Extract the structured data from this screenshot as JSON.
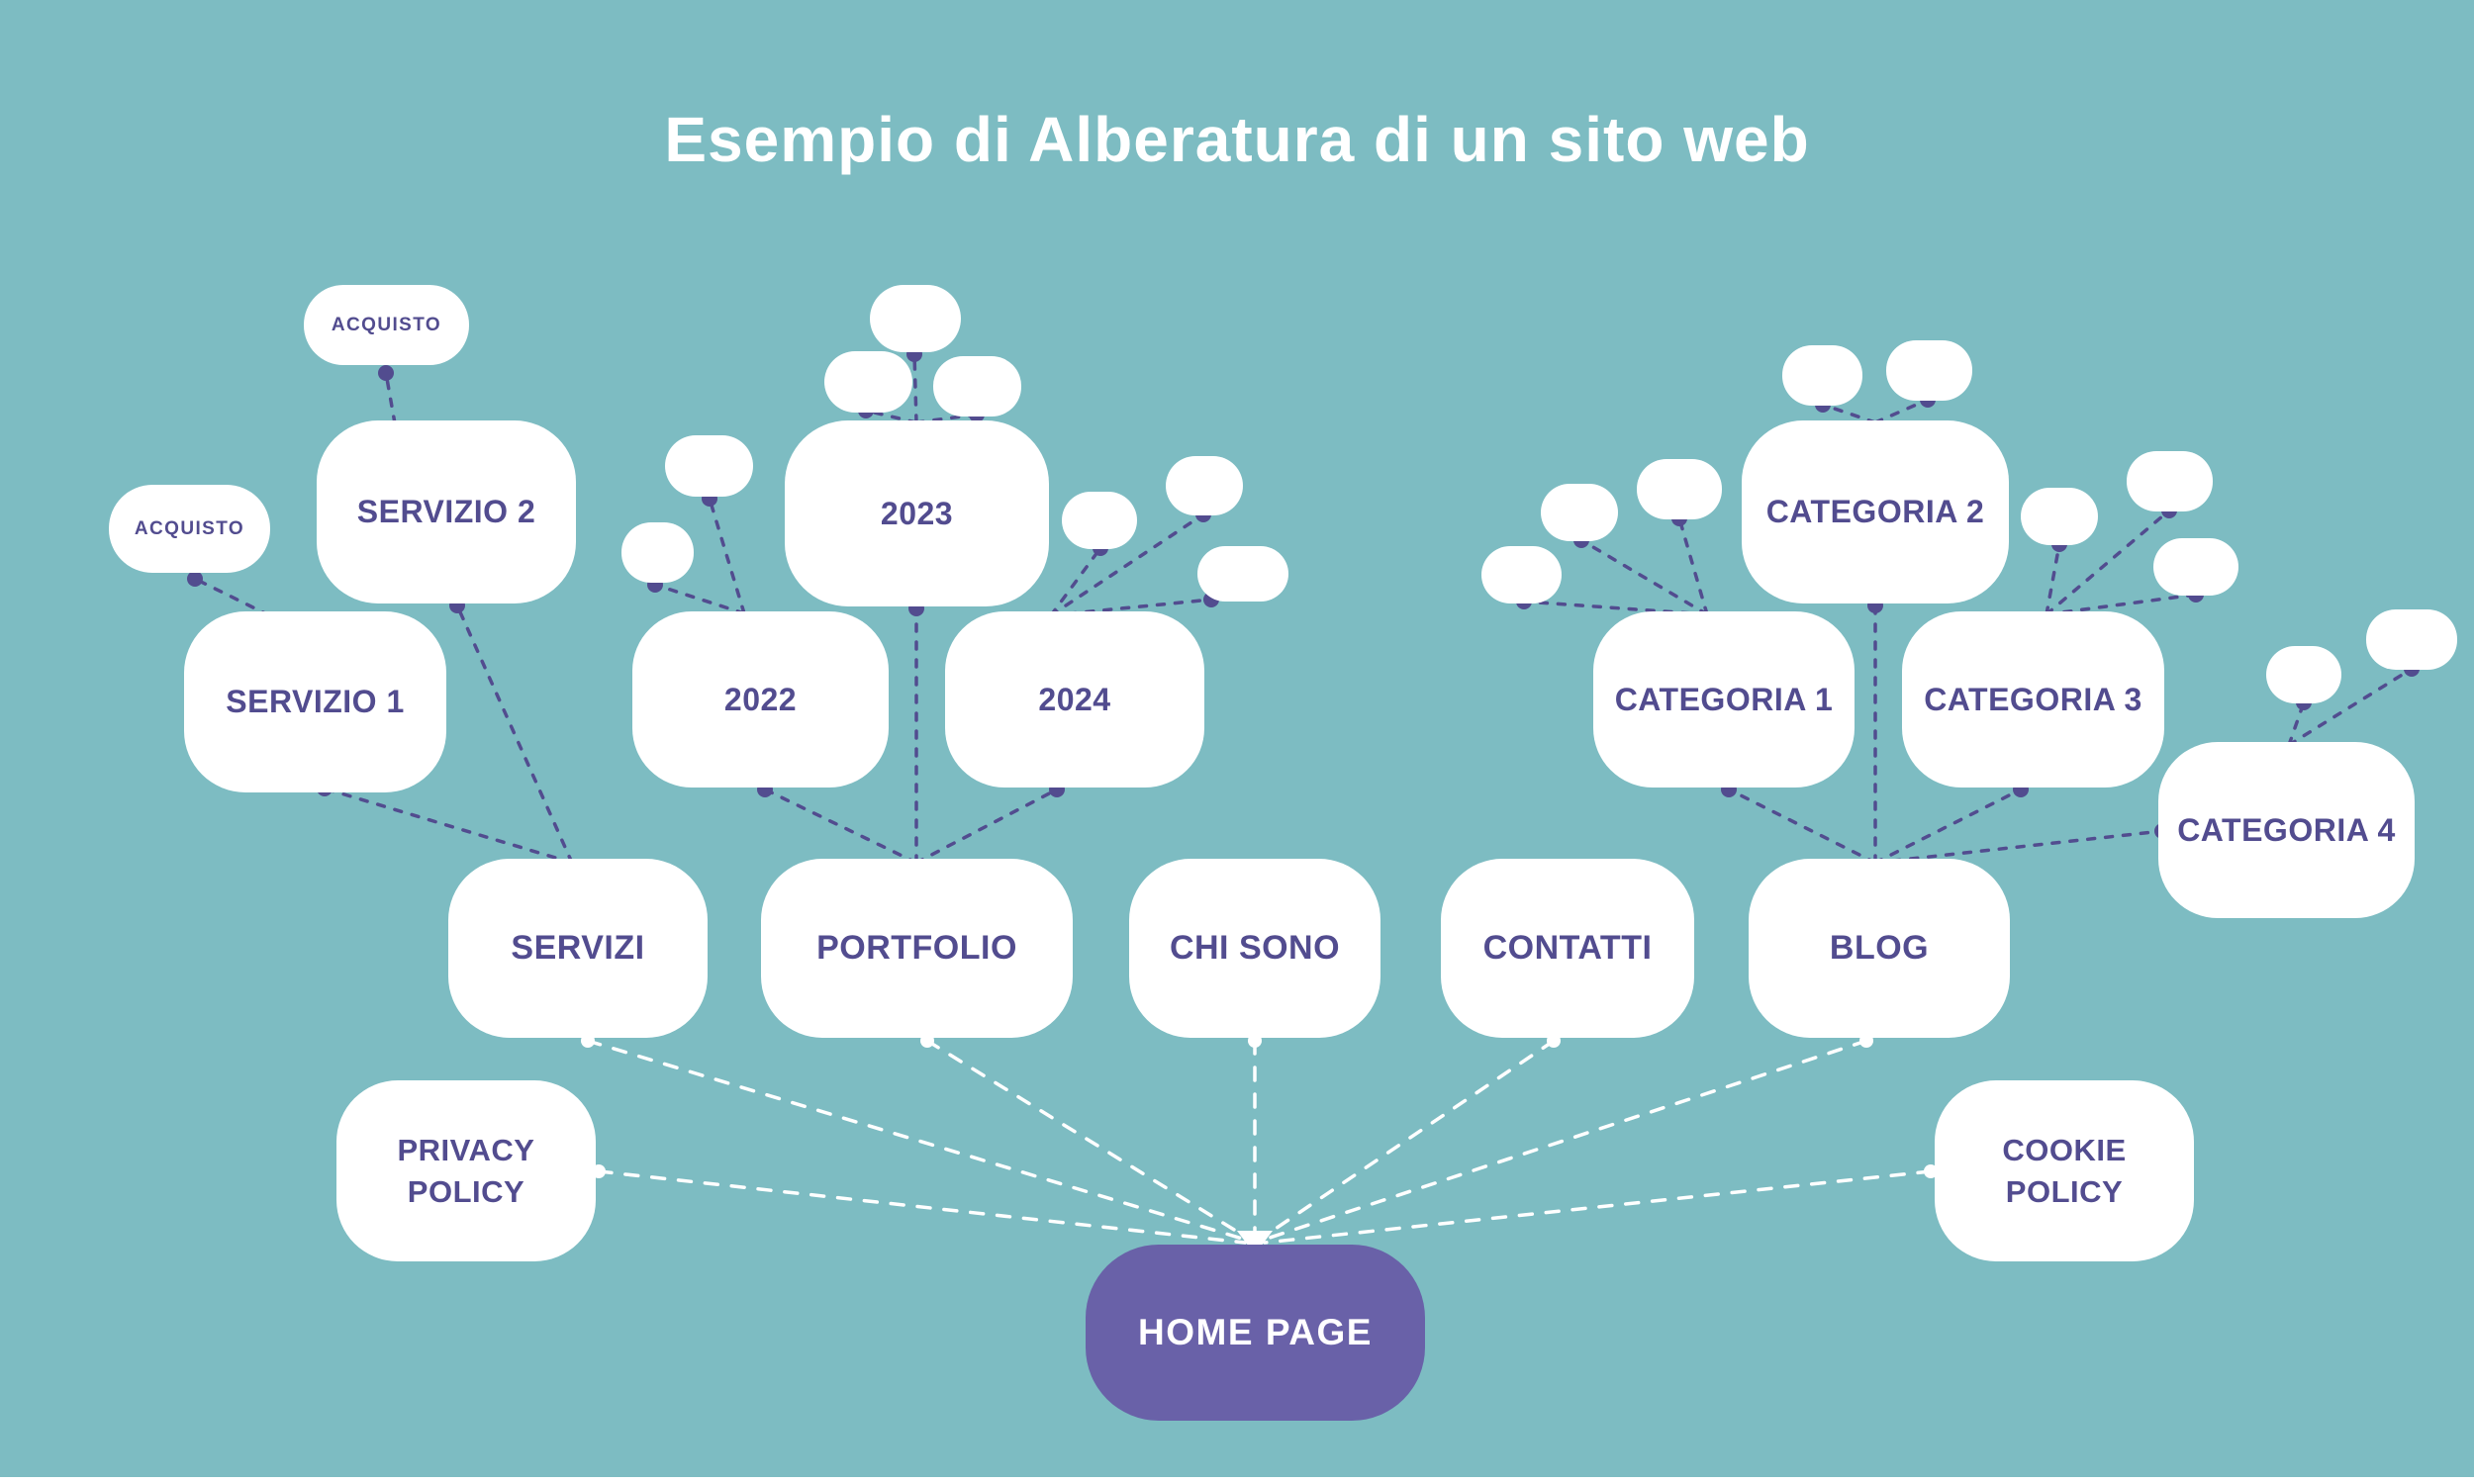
{
  "title": "Esempio di Alberatura di un sito web",
  "colors": {
    "background": "#7dbcc2",
    "node_background": "#ffffff",
    "node_text": "#524c8f",
    "home_background": "#6961a8",
    "home_text": "#ffffff",
    "connector_purple": "#524c8f",
    "connector_white": "#ffffff"
  },
  "nodes": {
    "home_page": {
      "label": "HOME PAGE"
    },
    "servizi": {
      "label": "SERVIZI"
    },
    "portfolio": {
      "label": "PORTFOLIO"
    },
    "chi_sono": {
      "label": "CHI SONO"
    },
    "contatti": {
      "label": "CONTATTI"
    },
    "blog": {
      "label": "BLOG"
    },
    "privacy_policy": {
      "label": "PRIVACY POLICY"
    },
    "cookie_policy": {
      "label": "COOKIE POLICY"
    },
    "servizio_1": {
      "label": "SERVIZIO 1"
    },
    "servizio_2": {
      "label": "SERVIZIO 2"
    },
    "acquisto_servizio_1": {
      "label": "ACQUISTO"
    },
    "acquisto_servizio_2": {
      "label": "ACQUISTO"
    },
    "anno_2022": {
      "label": "2022"
    },
    "anno_2023": {
      "label": "2023"
    },
    "anno_2024": {
      "label": "2024"
    },
    "categoria_1": {
      "label": "CATEGORIA 1"
    },
    "categoria_2": {
      "label": "CATEGORIA 2"
    },
    "categoria_3": {
      "label": "CATEGORIA 3"
    },
    "categoria_4": {
      "label": "CATEGORIA 4"
    }
  }
}
